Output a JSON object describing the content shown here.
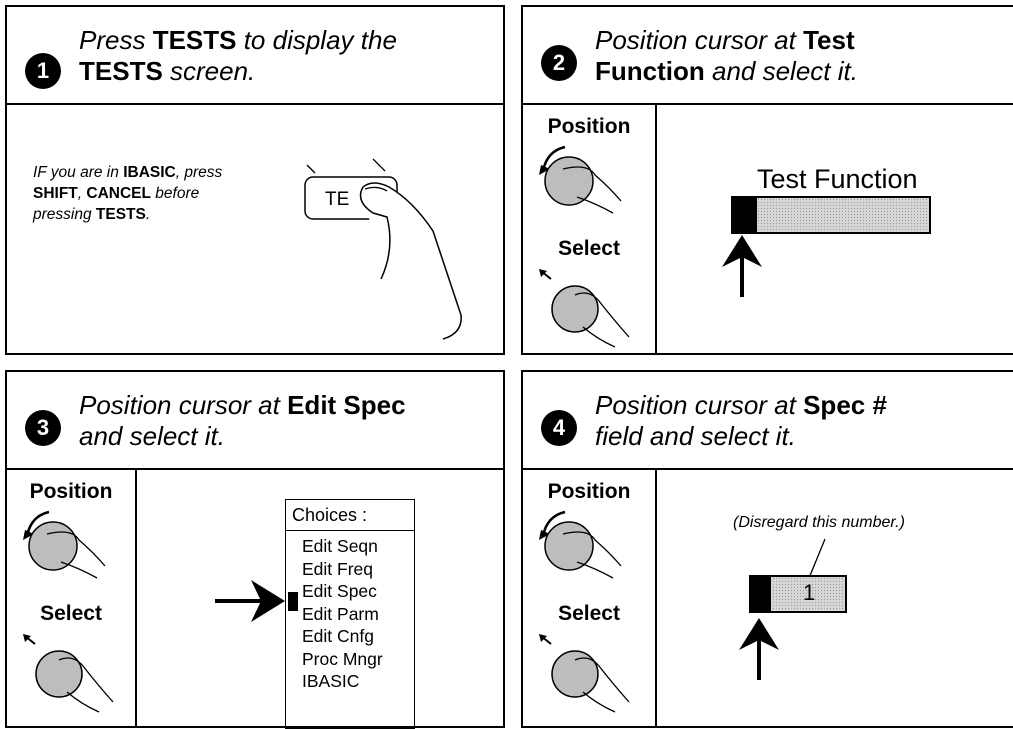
{
  "step1": {
    "number": "1",
    "line1_a": "Press ",
    "line1_b": "TESTS",
    "line1_c": " to display the",
    "line2_a": "TESTS",
    "line2_b": " screen.",
    "note": {
      "t1": "IF you are in ",
      "t2": "IBASIC",
      "t3": ", press",
      "t4": "SHIFT",
      "t5": ", ",
      "t6": "CANCEL",
      "t7": " before",
      "t8": "pressing ",
      "t9": "TESTS",
      "t10": "."
    },
    "key_label": "TE"
  },
  "step2": {
    "number": "2",
    "line1_a": "Position cursor at ",
    "line1_b": "Test",
    "line2_a": "Function",
    "line2_b": " and select it.",
    "position_label": "Position",
    "select_label": "Select",
    "field_label": "Test Function"
  },
  "step3": {
    "number": "3",
    "line1_a": "Position cursor at ",
    "line1_b": "Edit Spec",
    "line2": "and select it.",
    "position_label": "Position",
    "select_label": "Select",
    "choices_title": "Choices :",
    "choices": [
      "Edit Seqn",
      "Edit Freq",
      "Edit Spec",
      "Edit Parm",
      "Edit Cnfg",
      "Proc Mngr",
      "IBASIC"
    ]
  },
  "step4": {
    "number": "4",
    "line1_a": "Position cursor at ",
    "line1_b": "Spec #",
    "line2": "field and select it.",
    "position_label": "Position",
    "select_label": "Select",
    "note": "(Disregard this number.)",
    "field_value": "1"
  }
}
